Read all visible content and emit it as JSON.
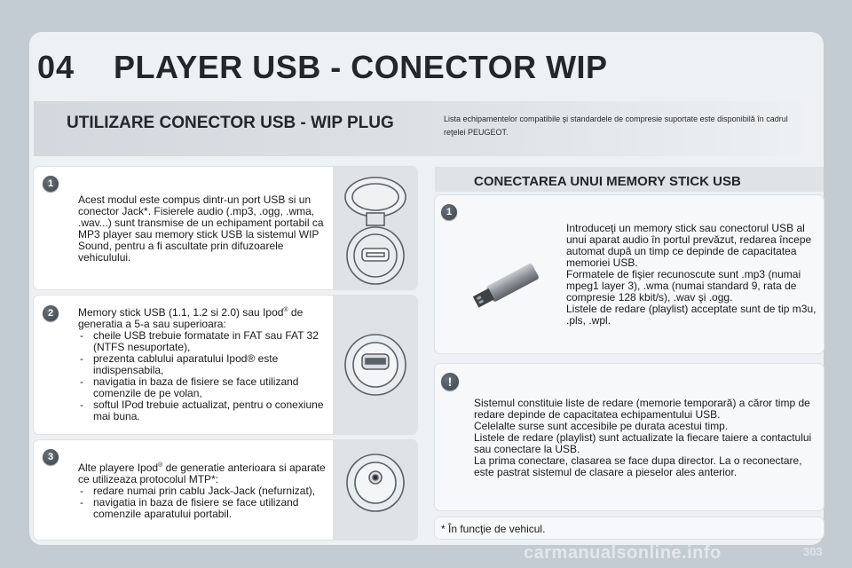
{
  "header": {
    "chapter": "04",
    "title": "PLAYER USB - CONECTOR WIP",
    "subtitle": "UTILIZARE CONECTOR USB - WIP PLUG",
    "note": "Lista echipamentelor compatibile şi standardele de compresie suportate este disponibilă în cadrul reţelei PEUGEOT."
  },
  "left_sections": [
    {
      "badge": "1",
      "text": "Acest modul este compus dintr-un port USB si un conector Jack*. Fisierele audio (.mp3, .ogg, .wma, .wav...) sunt transmise de un echipament portabil ca MP3 player sau memory stick USB la sistemul WIP Sound, pentru a fi ascultate prin difuzoarele vehiculului."
    },
    {
      "badge": "2",
      "intro_a": "Memory stick USB (1.1, 1.2 si 2.0) sau Ipod",
      "intro_sup": "®",
      "intro_b": " de generatia a 5-a sau superioara:",
      "items": [
        "cheile USB trebuie formatate in FAT sau FAT 32 (NTFS nesuportate),",
        "prezenta cablului aparatului Ipod® este indispensabila,",
        "navigatia in baza de fisiere se face utilizand comenzile de pe volan,",
        "softul IPod trebuie actualizat, pentru o conexiune mai buna."
      ]
    },
    {
      "badge": "3",
      "intro_a": "Alte playere Ipod",
      "intro_sup": "®",
      "intro_b": " de generatie anterioara si aparate ce utilizeaza protocolul MTP*:",
      "items": [
        "redare numai prin cablu Jack-Jack (nefurnizat),",
        "navigatia in baza de fisiere se face utilizand comenzile aparatului portabil."
      ]
    }
  ],
  "right": {
    "heading": "CONECTAREA UNUI MEMORY STICK USB",
    "badge": "1",
    "text": "Introduceţi un memory stick sau conectorul USB al unui aparat audio în portul prevăzut, redarea începe automat după un timp ce depinde de capacitatea memoriei USB.\nFormatele de fişier recunoscute sunt .mp3 (numai mpeg1 layer 3), .wma (numai standard 9, rata de compresie 128 kbit/s), .wav şi .ogg.\nListele de redare (playlist) acceptate sunt de tip m3u, .pls, .wpl.",
    "warning_badge": "!",
    "warning_text": "Sistemul constituie liste de redare (memorie temporară) a căror timp de redare depinde de capacitatea echipamentului USB.\nCelelalte surse sunt accesibile pe durata acestui timp.\nListele de redare (playlist) sunt actualizate la fiecare taiere a contactului sau conectare la USB.\nLa prima conectare, clasarea se face dupa director. La o reconectare, este pastrat sistemul de clasare a pieselor ales anterior.",
    "footnote": "* În funcţie de vehicul."
  },
  "page_number": "303",
  "watermark": "carmanualsonline.info"
}
